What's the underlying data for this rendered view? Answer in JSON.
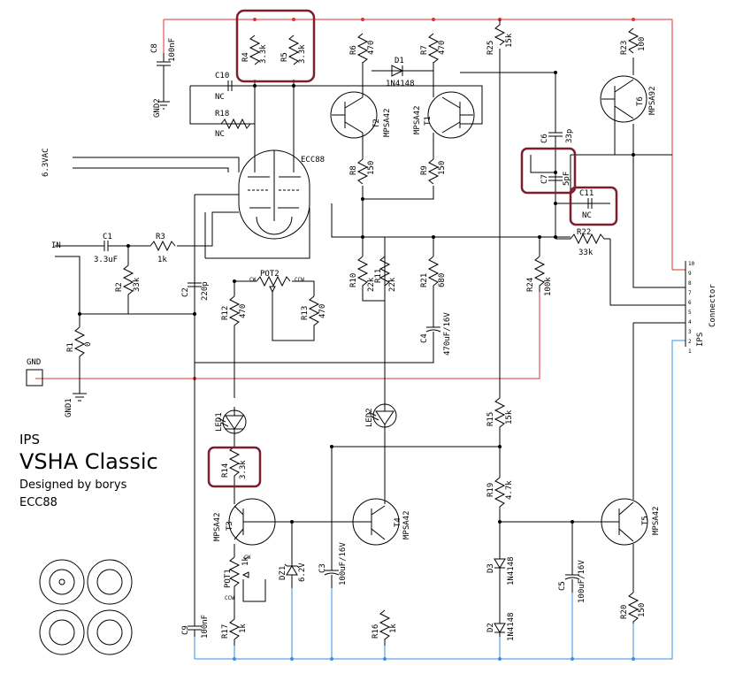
{
  "title": {
    "line1": "IPS",
    "line2": "VSHA Classic",
    "line3": "Designed by borys",
    "line4": "ECC88"
  },
  "tube": {
    "name": "ECC88"
  },
  "inputs": {
    "heater": "6.3VAC",
    "in": "IN",
    "gnd": "GND",
    "gnd1": "GND1",
    "gnd2": "GND2"
  },
  "connector": {
    "label": "Connector",
    "sub": "IPS",
    "pins": [
      "10",
      "9",
      "8",
      "7",
      "6",
      "5",
      "4",
      "3",
      "2",
      "1"
    ]
  },
  "components": {
    "C8": {
      "ref": "C8",
      "val": "100nF"
    },
    "R4": {
      "ref": "R4",
      "val": "3.3k"
    },
    "R5": {
      "ref": "R5",
      "val": "3.3k"
    },
    "R6": {
      "ref": "R6",
      "val": "470"
    },
    "D1": {
      "ref": "D1",
      "val": "1N4148"
    },
    "R7": {
      "ref": "R7",
      "val": "470"
    },
    "R25": {
      "ref": "R25",
      "val": "15k"
    },
    "R23": {
      "ref": "R23",
      "val": "100"
    },
    "T6": {
      "ref": "T6",
      "val": "MPSA92"
    },
    "C10": {
      "ref": "C10",
      "val": "NC"
    },
    "R18": {
      "ref": "R18",
      "val": "NC"
    },
    "T2": {
      "ref": "T2",
      "val": "MPSA42"
    },
    "T1": {
      "ref": "T1",
      "val": "MPSA42"
    },
    "C6": {
      "ref": "C6",
      "val": "33p"
    },
    "C7": {
      "ref": "C7",
      "val": "5pF"
    },
    "C11": {
      "ref": "C11",
      "val": "NC"
    },
    "R8": {
      "ref": "R8",
      "val": "150"
    },
    "R9": {
      "ref": "R9",
      "val": "150"
    },
    "C1": {
      "ref": "C1",
      "val": "3.3uF"
    },
    "R3": {
      "ref": "R3",
      "val": "1k"
    },
    "R22": {
      "ref": "R22",
      "val": "33k"
    },
    "R2": {
      "ref": "R2",
      "val": "33k"
    },
    "C2": {
      "ref": "C2",
      "val": "220p"
    },
    "POT2": {
      "ref": "POT2",
      "val": "",
      "cw": "CW",
      "ccw": "CCW"
    },
    "R12": {
      "ref": "R12",
      "val": "470"
    },
    "R13": {
      "ref": "R13",
      "val": "470"
    },
    "R10": {
      "ref": "R10",
      "val": "22k"
    },
    "R11": {
      "ref": "R11",
      "val": "22k"
    },
    "R21": {
      "ref": "R21",
      "val": "680"
    },
    "R24": {
      "ref": "R24",
      "val": "100k"
    },
    "C4": {
      "ref": "C4",
      "val": "470uF/16V"
    },
    "R1": {
      "ref": "R1",
      "val": "0"
    },
    "LED1": {
      "ref": "LED1",
      "val": ""
    },
    "LED2": {
      "ref": "LED2",
      "val": ""
    },
    "R15": {
      "ref": "R15",
      "val": "15k"
    },
    "R14": {
      "ref": "R14",
      "val": "3.3k"
    },
    "R19": {
      "ref": "R19",
      "val": "4.7k"
    },
    "T3": {
      "ref": "T3",
      "val": "MPSA42"
    },
    "T4": {
      "ref": "T4",
      "val": "MPSA42"
    },
    "T5": {
      "ref": "T5",
      "val": "MPSA42"
    },
    "POT1": {
      "ref": "POT1",
      "val": "1k",
      "cw": "CW",
      "ccw": "CCW"
    },
    "DZ1": {
      "ref": "DZ1",
      "val": "6.2V"
    },
    "C3": {
      "ref": "C3",
      "val": "100uF/16V"
    },
    "D3": {
      "ref": "D3",
      "val": "1N4148"
    },
    "C5": {
      "ref": "C5",
      "val": "100uF/16V"
    },
    "R17": {
      "ref": "R17",
      "val": "1k"
    },
    "C9": {
      "ref": "C9",
      "val": "100nF"
    },
    "R16": {
      "ref": "R16",
      "val": "1k"
    },
    "D2": {
      "ref": "D2",
      "val": "1N4148"
    },
    "R20": {
      "ref": "R20",
      "val": "150"
    }
  },
  "colors": {
    "wire": "#000000",
    "positive_rail": "#e03030",
    "negative_rail": "#3a8fe0",
    "highlight": "#7b1e2e"
  }
}
